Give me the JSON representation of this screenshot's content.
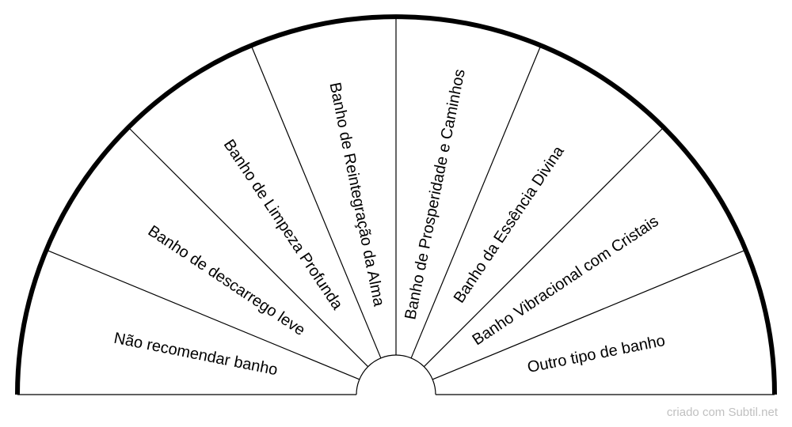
{
  "chart_data": {
    "type": "pie",
    "shape": "semicircle-pendulum-chart",
    "categories": [
      "Não recomendar banho",
      "Banho de descarrego leve",
      "Banho de Limpeza Profunda",
      "Banho de Reintegração da Alma",
      "Banho de Prosperidade e Caminhos",
      "Banho da Essência Divina",
      "Banho Vibracional com Cristais",
      "Outro tipo de banho"
    ],
    "values": [
      1,
      1,
      1,
      1,
      1,
      1,
      1,
      1
    ],
    "title": "",
    "legend": "none"
  },
  "colors": {
    "background": "#ffffff",
    "stroke": "#000000",
    "credit": "#c0c0c0"
  },
  "footer": {
    "credit": "criado com Subtil.net"
  }
}
